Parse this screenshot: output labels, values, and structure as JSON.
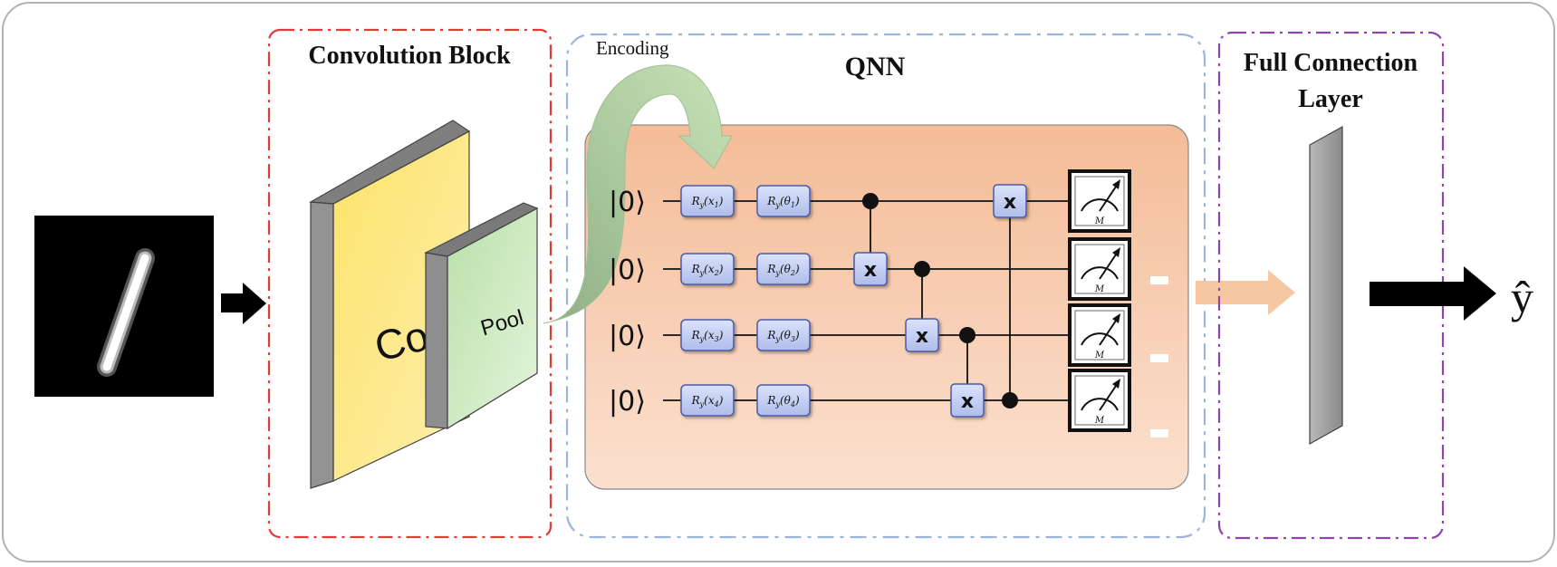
{
  "blocks": {
    "conv_title": "Convolution Block",
    "qnn_title": "QNN",
    "fc_title_line1": "Full Connection",
    "fc_title_line2": "Layer",
    "encoding": "Encoding",
    "conv_label": "Conv",
    "pool_label": "Pool",
    "output_label": "ŷ"
  },
  "qubits": [
    {
      "ket": "|0⟩",
      "enc_gate": "R",
      "enc_sub": "y",
      "enc_arg": "(x",
      "enc_idx": "1",
      "rot_gate": "R",
      "rot_sub": "y",
      "rot_arg": "(θ",
      "rot_idx": "1",
      "meter": "M"
    },
    {
      "ket": "|0⟩",
      "enc_gate": "R",
      "enc_sub": "y",
      "enc_arg": "(x",
      "enc_idx": "2",
      "rot_gate": "R",
      "rot_sub": "y",
      "rot_arg": "(θ",
      "rot_idx": "2",
      "meter": "M"
    },
    {
      "ket": "|0⟩",
      "enc_gate": "R",
      "enc_sub": "y",
      "enc_arg": "(x",
      "enc_idx": "3",
      "rot_gate": "R",
      "rot_sub": "y",
      "rot_arg": "(θ",
      "rot_idx": "3",
      "meter": "M"
    },
    {
      "ket": "|0⟩",
      "enc_gate": "R",
      "enc_sub": "y",
      "enc_arg": "(x",
      "enc_idx": "4",
      "rot_gate": "R",
      "rot_sub": "y",
      "rot_arg": "(θ",
      "rot_idx": "4",
      "meter": "M"
    }
  ],
  "cnot_target": "x",
  "colors": {
    "conv_border": "#e53935",
    "qnn_border": "#9ab4dc",
    "fc_border": "#8e44ad",
    "qnn_panel_top": "#f4bc97",
    "qnn_panel_bottom": "#fbe0cf",
    "gate_fill": "#c6d0f2",
    "conv_face": "#fde67a",
    "pool_face": "#cdebc0",
    "encoding_arrow": "#a9cf95",
    "fc_arrow": "#f7c7a2",
    "layer_gray": "#9a9a9a"
  }
}
